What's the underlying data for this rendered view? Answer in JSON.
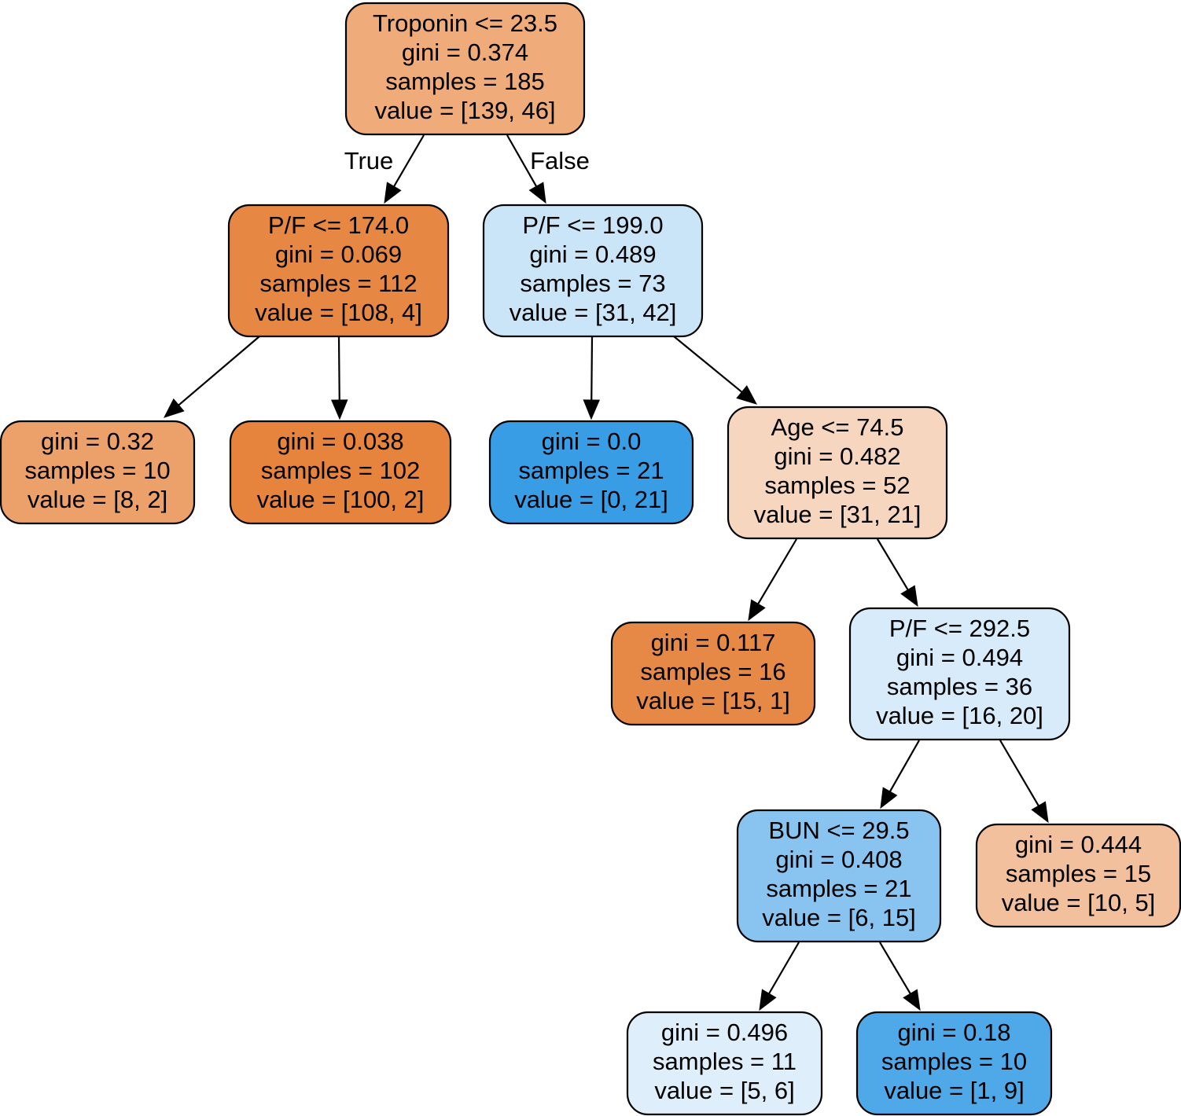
{
  "tree": {
    "nodes": [
      {
        "id": "root",
        "lines": [
          "Troponin <= 23.5",
          "gini = 0.374",
          "samples = 185",
          "value = [139, 46]"
        ],
        "fill": "#efab79"
      },
      {
        "id": "n1",
        "lines": [
          "P/F <= 174.0",
          "gini = 0.069",
          "samples = 112",
          "value = [108, 4]"
        ],
        "fill": "#e68844"
      },
      {
        "id": "n2",
        "lines": [
          "P/F <= 199.0",
          "gini = 0.489",
          "samples = 73",
          "value = [31, 42]"
        ],
        "fill": "#cbe5f8"
      },
      {
        "id": "n3",
        "lines": [
          "gini = 0.32",
          "samples = 10",
          "value = [8, 2]"
        ],
        "fill": "#eca06a"
      },
      {
        "id": "n4",
        "lines": [
          "gini = 0.038",
          "samples = 102",
          "value = [100, 2]"
        ],
        "fill": "#e6843d"
      },
      {
        "id": "n5",
        "lines": [
          "gini = 0.0",
          "samples = 21",
          "value = [0, 21]"
        ],
        "fill": "#399de5"
      },
      {
        "id": "n6",
        "lines": [
          "Age <= 74.5",
          "gini = 0.482",
          "samples = 52",
          "value = [31, 21]"
        ],
        "fill": "#f7d6bf"
      },
      {
        "id": "n7",
        "lines": [
          "gini = 0.117",
          "samples = 16",
          "value = [15, 1]"
        ],
        "fill": "#e78946"
      },
      {
        "id": "n8",
        "lines": [
          "P/F <= 292.5",
          "gini = 0.494",
          "samples = 36",
          "value = [16, 20]"
        ],
        "fill": "#d7ebfa"
      },
      {
        "id": "n9",
        "lines": [
          "BUN <= 29.5",
          "gini = 0.408",
          "samples = 21",
          "value = [6, 15]"
        ],
        "fill": "#88c4ef"
      },
      {
        "id": "n10",
        "lines": [
          "gini = 0.444",
          "samples = 15",
          "value = [10, 5]"
        ],
        "fill": "#f2c09c"
      },
      {
        "id": "n11",
        "lines": [
          "gini = 0.496",
          "samples = 11",
          "value = [5, 6]"
        ],
        "fill": "#deeffb"
      },
      {
        "id": "n12",
        "lines": [
          "gini = 0.18",
          "samples = 10",
          "value = [1, 9]"
        ],
        "fill": "#4fa8e8"
      }
    ],
    "edges": [
      {
        "from": "root",
        "to": "n1",
        "label": "True"
      },
      {
        "from": "root",
        "to": "n2",
        "label": "False"
      },
      {
        "from": "n1",
        "to": "n3"
      },
      {
        "from": "n1",
        "to": "n4"
      },
      {
        "from": "n2",
        "to": "n5"
      },
      {
        "from": "n2",
        "to": "n6"
      },
      {
        "from": "n6",
        "to": "n7"
      },
      {
        "from": "n6",
        "to": "n8"
      },
      {
        "from": "n8",
        "to": "n9"
      },
      {
        "from": "n8",
        "to": "n10"
      },
      {
        "from": "n9",
        "to": "n11"
      },
      {
        "from": "n9",
        "to": "n12"
      }
    ]
  }
}
